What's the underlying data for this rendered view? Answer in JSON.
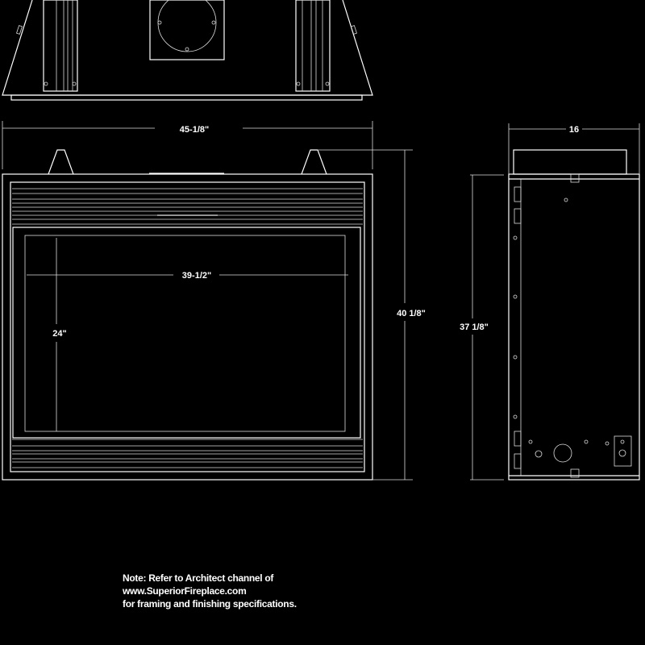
{
  "dimensions": {
    "overall_width": "45-1/8\"",
    "opening_width": "39-1/2\"",
    "opening_height": "24\"",
    "overall_height": "40 1/8\"",
    "depth": "16",
    "side_height": "37 1/8\""
  },
  "note": {
    "line1": "Note: Refer to Architect channel of",
    "line2": "www.SuperiorFireplace.com",
    "line3": "for framing and finishing specifications."
  }
}
